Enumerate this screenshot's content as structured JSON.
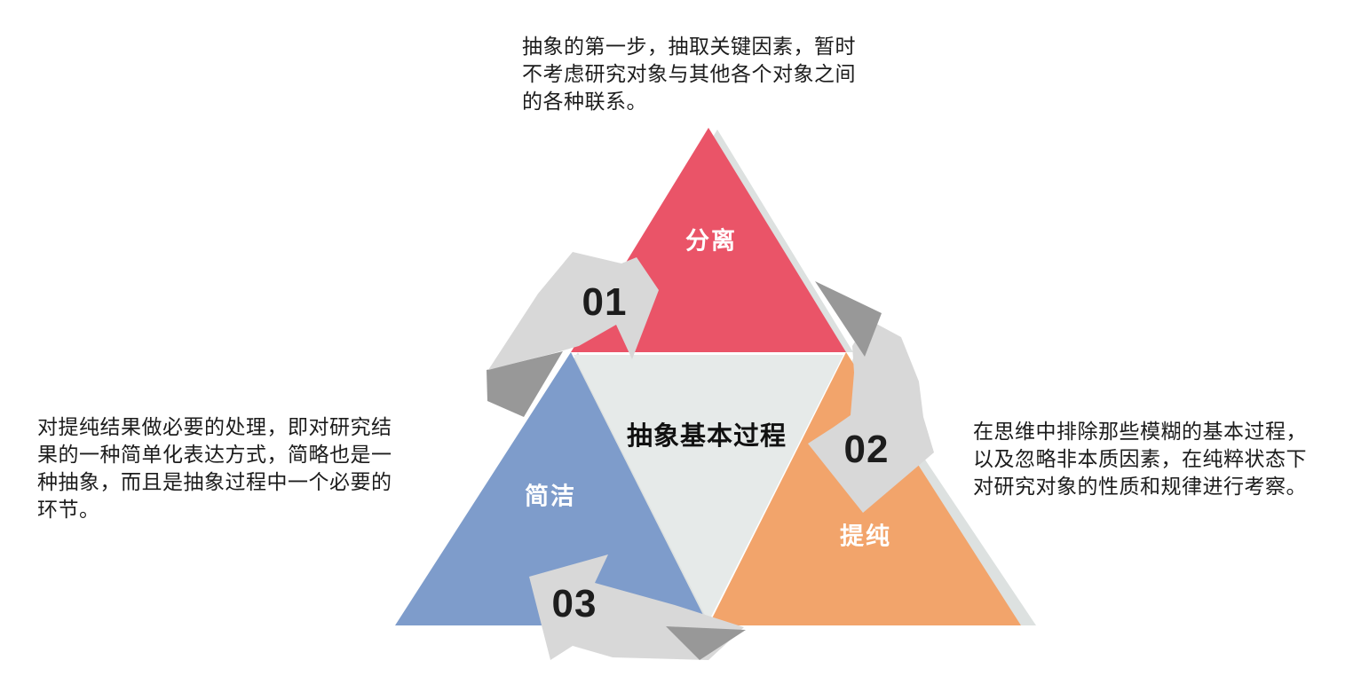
{
  "diagram": {
    "center_label": "抽象基本过程",
    "steps": [
      {
        "number": "01",
        "label": "分离",
        "position": "top",
        "triangle_color": "#EA5468",
        "description": "抽象的第一步，抽取关键因素，暂时\n不考虑研究对象与其他各个对象之间\n的各种联系。"
      },
      {
        "number": "02",
        "label": "提纯",
        "position": "bottom-right",
        "triangle_color": "#F2A46B",
        "description": "在思维中排除那些模糊的基本过程，\n以及忽略非本质因素，在纯粹状态下\n对研究对象的性质和规律进行考察。"
      },
      {
        "number": "03",
        "label": "简洁",
        "position": "bottom-left",
        "triangle_color": "#7E9CCB",
        "description": "对提纯结果做必要的处理，即对研究结\n果的一种简单化表达方式，简略也是一\n种抽象，而且是抽象过程中一个必要的\n环节。"
      }
    ],
    "colors": {
      "red": "#EA5468",
      "blue": "#7E9CCB",
      "orange": "#F2A46B",
      "center_triangle": "#E6EAE9",
      "shadow": "#DDE1E0",
      "arrow_light": "#D8D8D8",
      "arrow_dark": "#989898",
      "number_text": "#1D1D1D",
      "label_text": "#FFFFFF",
      "body_text": "#1C1C1C",
      "background": "#FFFFFF"
    }
  }
}
